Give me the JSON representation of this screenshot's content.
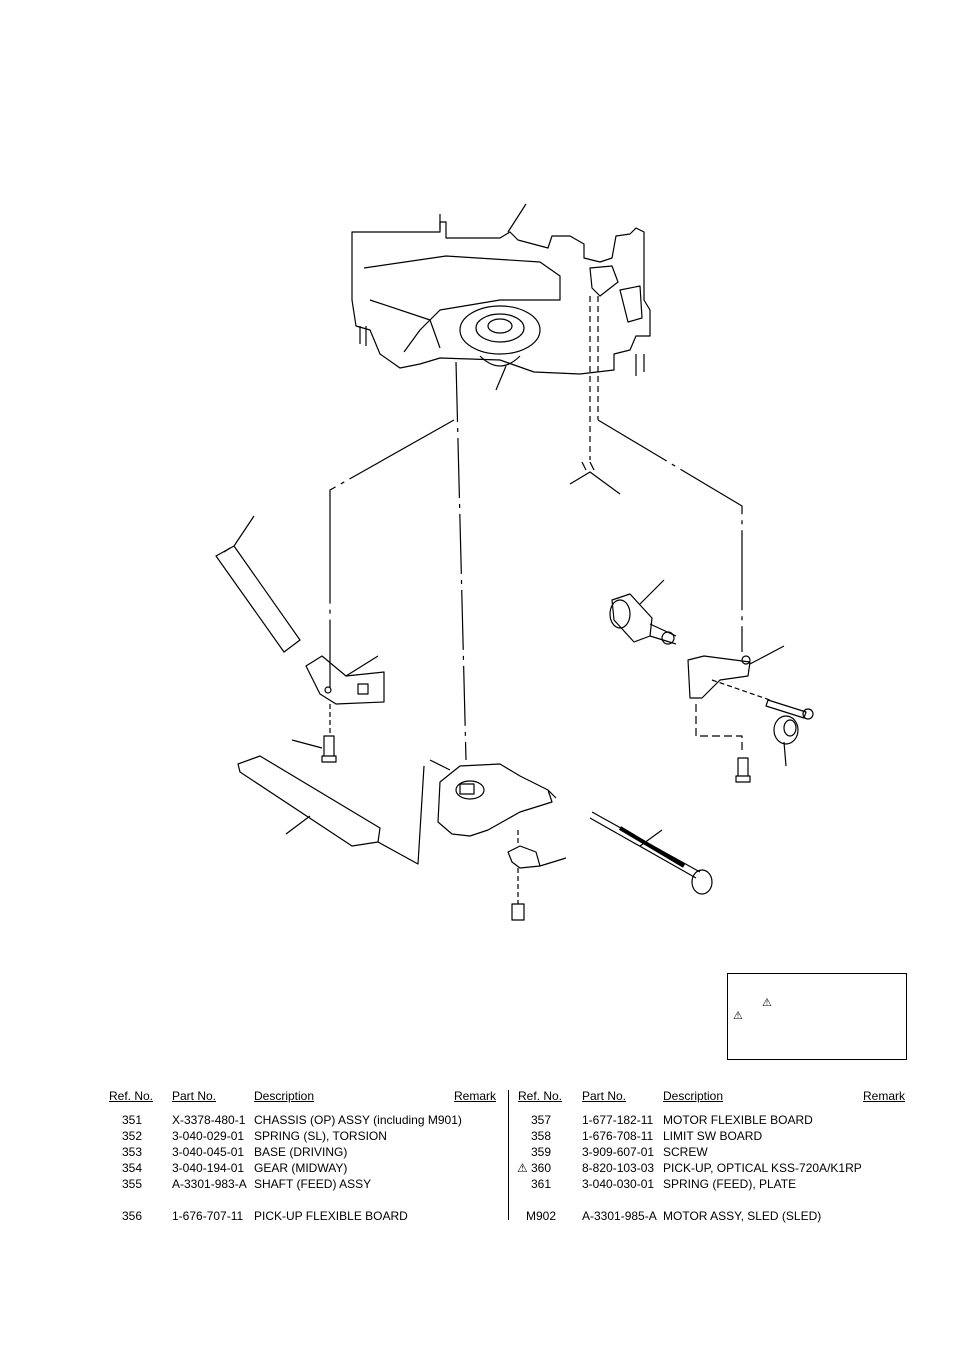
{
  "warning_symbol": "⚠",
  "table": {
    "headers": {
      "ref": "Ref. No.",
      "part": "Part No.",
      "desc": "Description",
      "remark": "Remark"
    },
    "left_rows": [
      {
        "ref": "351",
        "part": "X-3378-480-1",
        "desc": "CHASSIS (OP) ASSY (including M901)"
      },
      {
        "ref": "352",
        "part": "3-040-029-01",
        "desc": "SPRING (SL), TORSION"
      },
      {
        "ref": "353",
        "part": "3-040-045-01",
        "desc": "BASE (DRIVING)"
      },
      {
        "ref": "354",
        "part": "3-040-194-01",
        "desc": "GEAR (MIDWAY)"
      },
      {
        "ref": "355",
        "part": "A-3301-983-A",
        "desc": "SHAFT (FEED) ASSY"
      },
      {
        "ref": "356",
        "part": "1-676-707-11",
        "desc": "PICK-UP FLEXIBLE BOARD"
      }
    ],
    "right_rows": [
      {
        "mark": "",
        "ref": "357",
        "part": "1-677-182-11",
        "desc": "MOTOR FLEXIBLE BOARD"
      },
      {
        "mark": "",
        "ref": "358",
        "part": "1-676-708-11",
        "desc": "LIMIT SW BOARD"
      },
      {
        "mark": "",
        "ref": "359",
        "part": "3-909-607-01",
        "desc": "SCREW"
      },
      {
        "mark": "⚠",
        "ref": "360",
        "part": "8-820-103-03",
        "desc": "PICK-UP, OPTICAL KSS-720A/K1RP"
      },
      {
        "mark": "",
        "ref": "361",
        "part": "3-040-030-01",
        "desc": "SPRING (FEED), PLATE"
      },
      {
        "mark": "",
        "ref": "M902",
        "part": "A-3301-985-A",
        "desc": "MOTOR ASSY, SLED (SLED)"
      }
    ]
  }
}
